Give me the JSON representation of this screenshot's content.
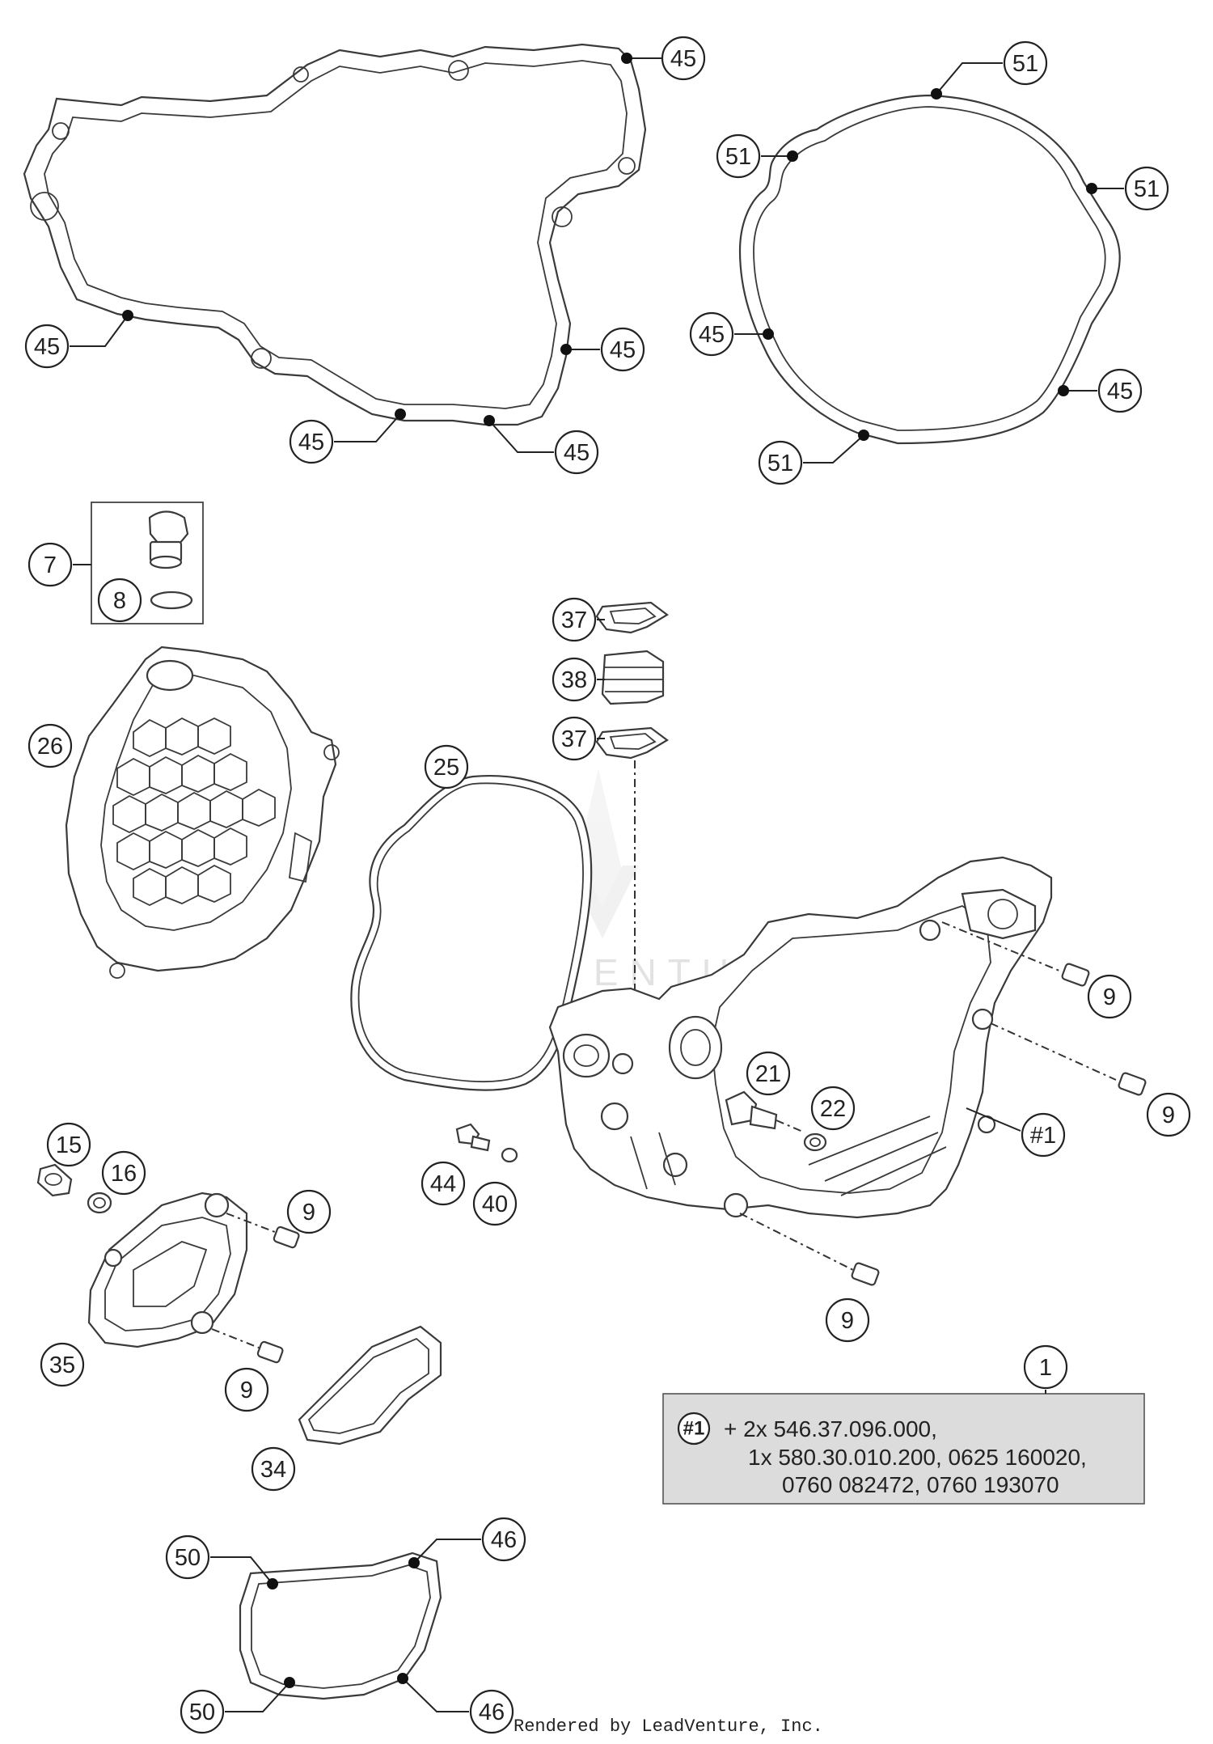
{
  "diagram": {
    "callouts": {
      "g45_top": "45",
      "g45_left": "45",
      "g45_right": "45",
      "g45_bl": "45",
      "g45_br": "45",
      "i51_top": "51",
      "i51_left": "51",
      "i51_right": "51",
      "i51_bottom": "51",
      "i45_left": "45",
      "i45_right": "45",
      "p7": "7",
      "p8": "8",
      "p26": "26",
      "p25": "25",
      "p37a": "37",
      "p38": "38",
      "p37b": "37",
      "p9a": "9",
      "p9b": "9",
      "p9c": "9",
      "p9d": "9",
      "p9e": "9",
      "p21": "21",
      "p22": "22",
      "pref1": "#1",
      "p15": "15",
      "p16": "16",
      "p44": "44",
      "p40": "40",
      "p35": "35",
      "p34": "34",
      "p1": "1",
      "p50a": "50",
      "p46a": "46",
      "p50b": "50",
      "p46b": "46"
    },
    "note": {
      "ref": "#1",
      "line1": "+ 2x 546.37.096.000,",
      "line2": "1x 580.30.010.200, 0625 160020,",
      "line3": "0760 082472, 0760 193070"
    },
    "watermark": "LEADVENTURE",
    "footer": "Rendered by LeadVenture, Inc."
  }
}
